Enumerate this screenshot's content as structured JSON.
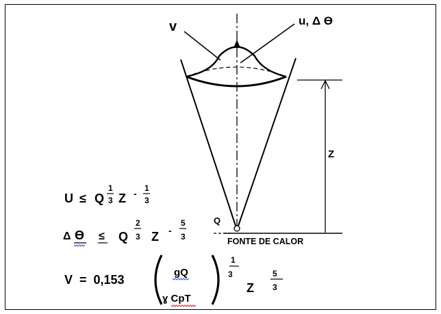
{
  "labels": {
    "v": "v",
    "u_dtheta": "u, Δ ϴ",
    "z": "Z",
    "q": "Q",
    "heat_source": "FONTE DE CALOR"
  },
  "formula1": {
    "u": "U",
    "le": "≤",
    "q": "Q",
    "exp_q_num": "1",
    "exp_q_den": "3",
    "z": "Z",
    "exp_z_sign": "-",
    "exp_z_num": "1",
    "exp_z_den": "3"
  },
  "formula2": {
    "delta": "Δ",
    "theta": "ϴ",
    "le": "≤",
    "q": "Q",
    "exp_q_num": "2",
    "exp_q_den": "3",
    "z": "Z",
    "exp_z_sign": "-",
    "exp_z_num": "5",
    "exp_z_den": "3"
  },
  "formula3": {
    "lhs": "V  =  0,153",
    "frac_num": "gQ",
    "frac_den": "ɣ CpT",
    "exp1_num": "1",
    "exp1_den": "3",
    "z": "Z",
    "exp2_num": "5",
    "exp2_den": "3"
  }
}
